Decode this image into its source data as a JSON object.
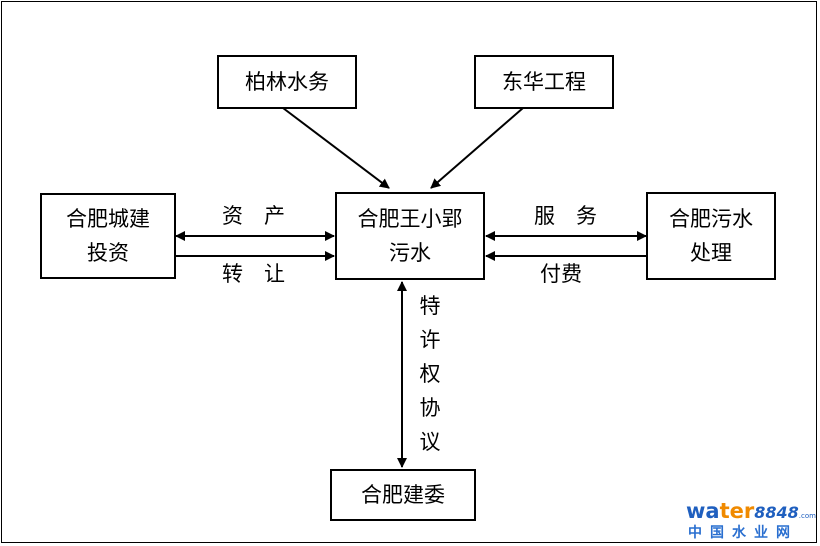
{
  "nodes": {
    "berlin_water": "柏林水务",
    "donghua_engineering": "东华工程",
    "hefei_construction_invest": [
      "合肥城建",
      "投资"
    ],
    "center_plant": [
      "合肥王小郢",
      "污水"
    ],
    "hefei_sewage": [
      "合肥污水",
      "处理"
    ],
    "hefei_construction_committee": "合肥建委"
  },
  "edges": {
    "asset_label_top": "资　产",
    "asset_label_bottom": "转　让",
    "service_label_top": "服　务",
    "service_label_bottom": "付费",
    "franchise_label": [
      "特",
      "许",
      "权",
      "协",
      "议"
    ]
  },
  "watermark": {
    "brand_a": "wa",
    "brand_b": "ter",
    "brand_num": "8848",
    "brand_com": ".com",
    "brand_cn": "中国水业网"
  },
  "colors": {
    "stroke": "#000000",
    "watermark_blue": "#1f5fbf",
    "watermark_orange": "#f08a00"
  }
}
